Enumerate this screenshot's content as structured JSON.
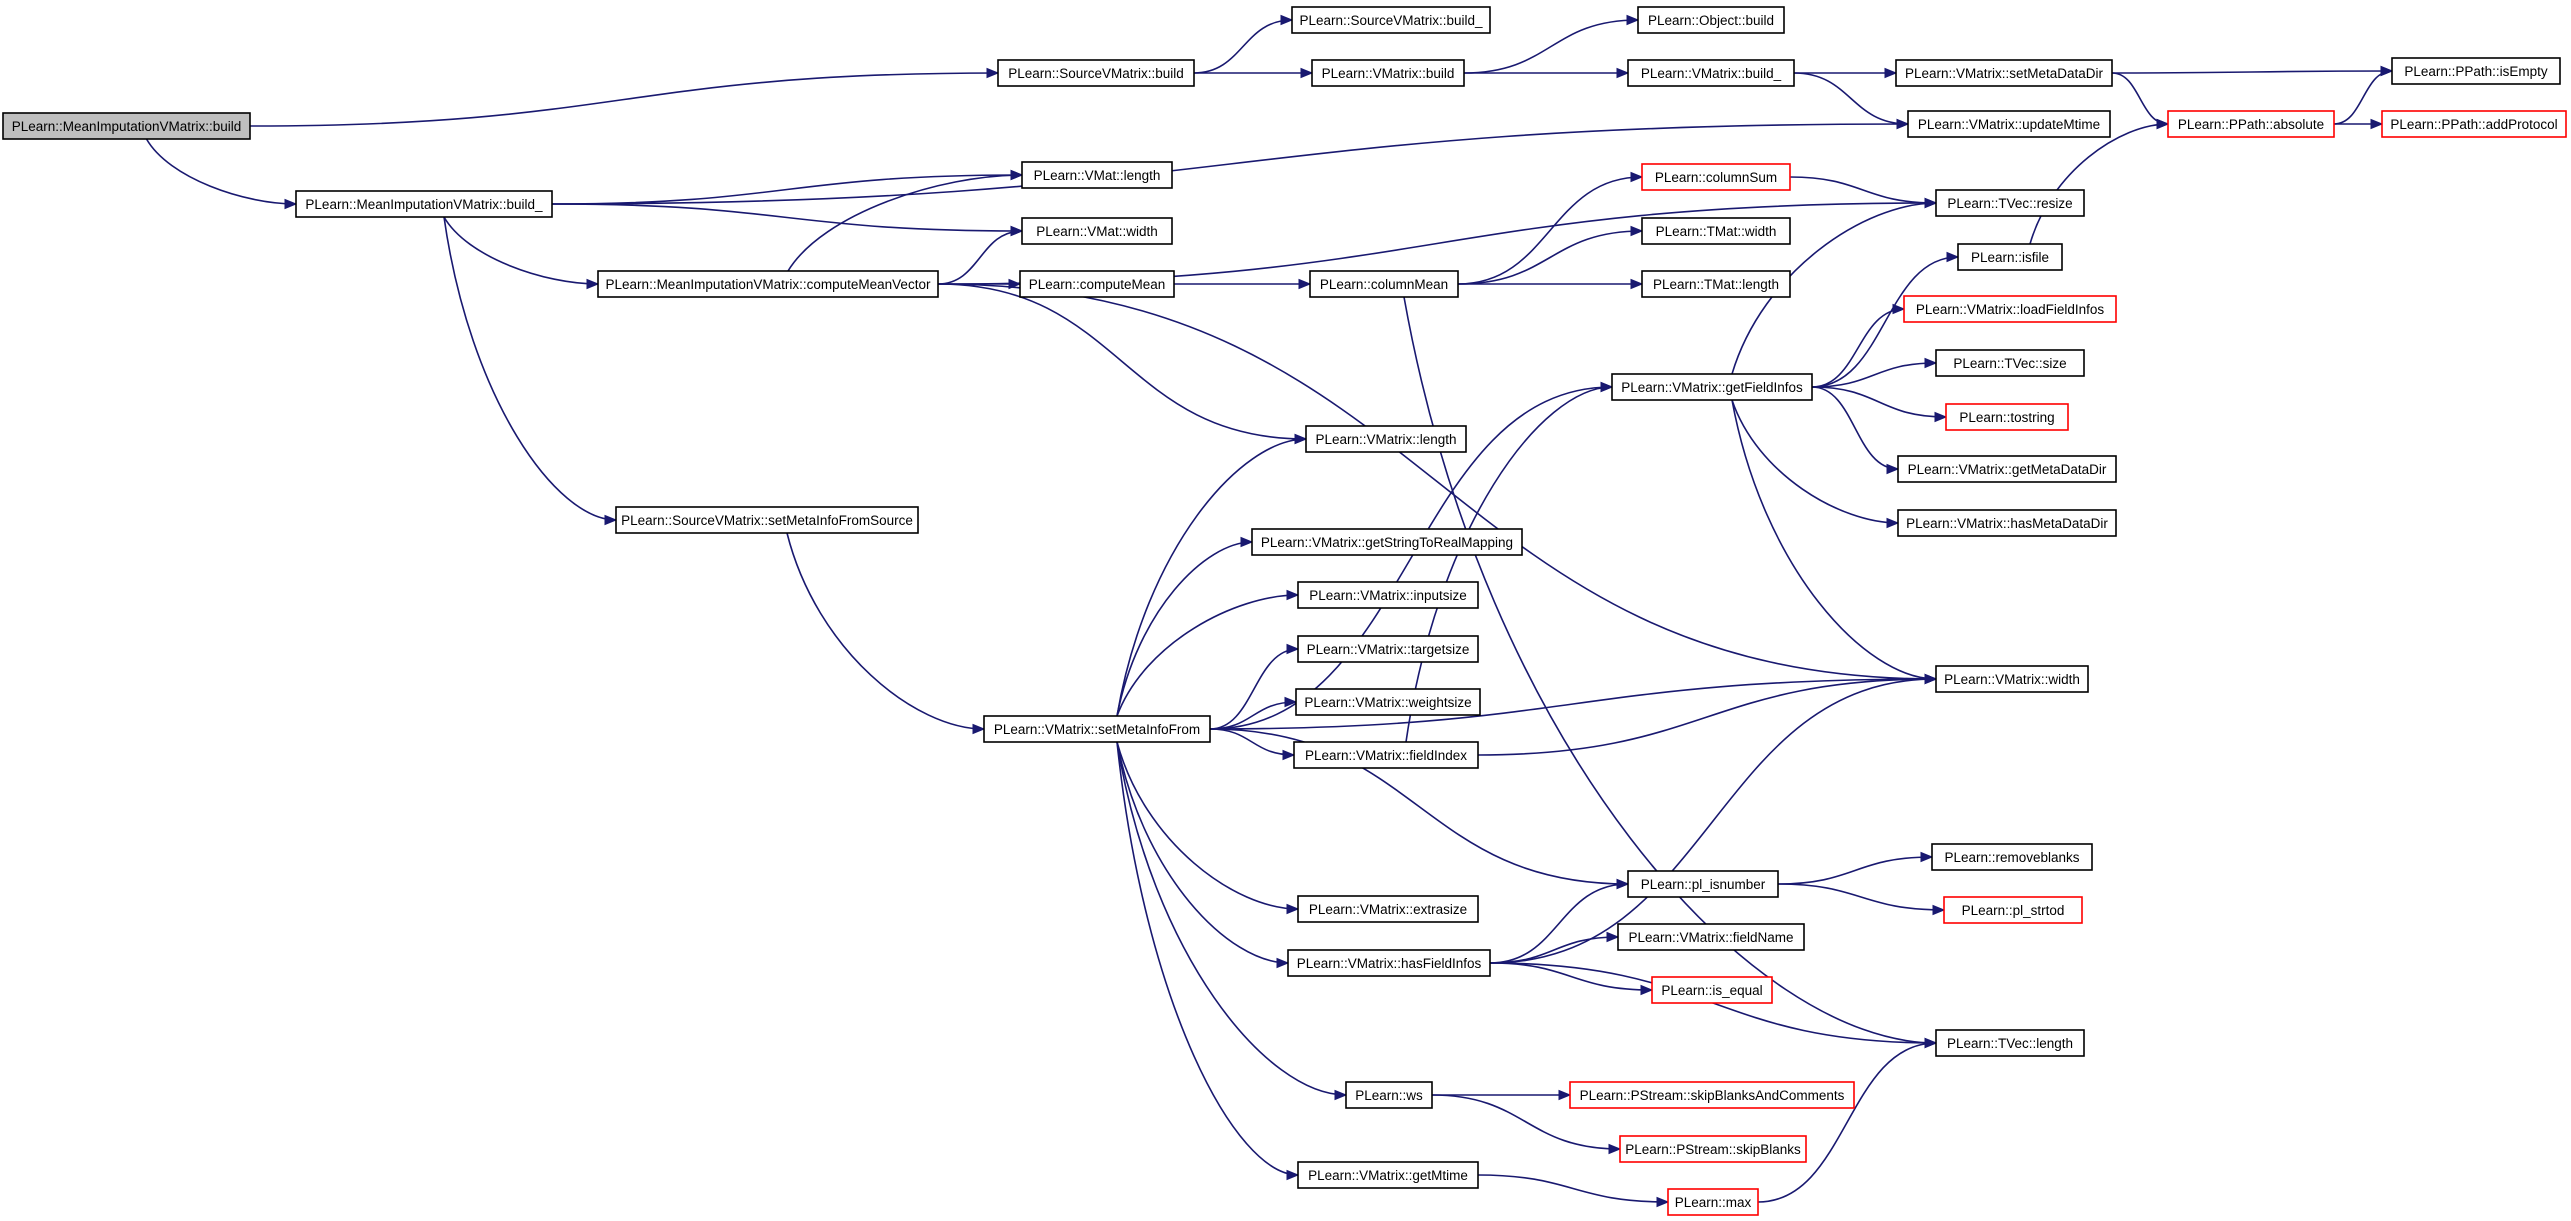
{
  "colors": {
    "edge": "#191970",
    "node_border": "#000000",
    "node_border_truncated": "#ff0000",
    "root_fill": "#bfbfbf",
    "node_fill": "#ffffff"
  },
  "nodes": {
    "root": {
      "label": "PLearn::MeanImputationVMatrix::build",
      "style": "root"
    },
    "mivm_build_": {
      "label": "PLearn::MeanImputationVMatrix::build_",
      "style": "normal"
    },
    "svm_build": {
      "label": "PLearn::SourceVMatrix::build",
      "style": "normal"
    },
    "svm_build_": {
      "label": "PLearn::SourceVMatrix::build_",
      "style": "normal"
    },
    "vm_build": {
      "label": "PLearn::VMatrix::build",
      "style": "normal"
    },
    "obj_build": {
      "label": "PLearn::Object::build",
      "style": "normal"
    },
    "vm_build_": {
      "label": "PLearn::VMatrix::build_",
      "style": "normal"
    },
    "vm_setMetaDataDir": {
      "label": "PLearn::VMatrix::setMetaDataDir",
      "style": "normal"
    },
    "pp_isEmpty": {
      "label": "PLearn::PPath::isEmpty",
      "style": "normal"
    },
    "vm_updateMtime": {
      "label": "PLearn::VMatrix::updateMtime",
      "style": "normal"
    },
    "pp_absolute": {
      "label": "PLearn::PPath::absolute",
      "style": "truncated"
    },
    "pp_addProtocol": {
      "label": "PLearn::PPath::addProtocol",
      "style": "truncated"
    },
    "vmat_length": {
      "label": "PLearn::VMat::length",
      "style": "normal"
    },
    "vmat_width": {
      "label": "PLearn::VMat::width",
      "style": "normal"
    },
    "computeMeanVector": {
      "label": "PLearn::MeanImputationVMatrix::computeMeanVector",
      "style": "normal"
    },
    "computeMean": {
      "label": "PLearn::computeMean",
      "style": "normal"
    },
    "columnMean": {
      "label": "PLearn::columnMean",
      "style": "normal"
    },
    "columnSum": {
      "label": "PLearn::columnSum",
      "style": "truncated"
    },
    "tmat_width": {
      "label": "PLearn::TMat::width",
      "style": "normal"
    },
    "tmat_length": {
      "label": "PLearn::TMat::length",
      "style": "normal"
    },
    "tvec_resize": {
      "label": "PLearn::TVec::resize",
      "style": "normal"
    },
    "isfile": {
      "label": "PLearn::isfile",
      "style": "normal"
    },
    "vm_loadFieldInfos": {
      "label": "PLearn::VMatrix::loadFieldInfos",
      "style": "truncated"
    },
    "tvec_size": {
      "label": "PLearn::TVec::size",
      "style": "normal"
    },
    "tostring": {
      "label": "PLearn::tostring",
      "style": "truncated"
    },
    "vm_getMetaDataDir": {
      "label": "PLearn::VMatrix::getMetaDataDir",
      "style": "normal"
    },
    "vm_hasMetaDataDir": {
      "label": "PLearn::VMatrix::hasMetaDataDir",
      "style": "normal"
    },
    "vm_getFieldInfos": {
      "label": "PLearn::VMatrix::getFieldInfos",
      "style": "normal"
    },
    "vm_length": {
      "label": "PLearn::VMatrix::length",
      "style": "normal"
    },
    "svm_setMetaInfoFromSource": {
      "label": "PLearn::SourceVMatrix::setMetaInfoFromSource",
      "style": "normal"
    },
    "vm_getStringToRealMapping": {
      "label": "PLearn::VMatrix::getStringToRealMapping",
      "style": "normal"
    },
    "vm_inputsize": {
      "label": "PLearn::VMatrix::inputsize",
      "style": "normal"
    },
    "vm_targetsize": {
      "label": "PLearn::VMatrix::targetsize",
      "style": "normal"
    },
    "vm_weightsize": {
      "label": "PLearn::VMatrix::weightsize",
      "style": "normal"
    },
    "vm_setMetaInfoFrom": {
      "label": "PLearn::VMatrix::setMetaInfoFrom",
      "style": "normal"
    },
    "vm_fieldIndex": {
      "label": "PLearn::VMatrix::fieldIndex",
      "style": "normal"
    },
    "vm_width": {
      "label": "PLearn::VMatrix::width",
      "style": "normal"
    },
    "pl_isnumber": {
      "label": "PLearn::pl_isnumber",
      "style": "normal"
    },
    "removeblanks": {
      "label": "PLearn::removeblanks",
      "style": "normal"
    },
    "pl_strtod": {
      "label": "PLearn::pl_strtod",
      "style": "truncated"
    },
    "vm_extrasize": {
      "label": "PLearn::VMatrix::extrasize",
      "style": "normal"
    },
    "vm_hasFieldInfos": {
      "label": "PLearn::VMatrix::hasFieldInfos",
      "style": "normal"
    },
    "vm_fieldName": {
      "label": "PLearn::VMatrix::fieldName",
      "style": "normal"
    },
    "is_equal": {
      "label": "PLearn::is_equal",
      "style": "truncated"
    },
    "tvec_length": {
      "label": "PLearn::TVec::length",
      "style": "normal"
    },
    "ws": {
      "label": "PLearn::ws",
      "style": "normal"
    },
    "ps_skipBlanksAndComments": {
      "label": "PLearn::PStream::skipBlanksAndComments",
      "style": "truncated"
    },
    "ps_skipBlanks": {
      "label": "PLearn::PStream::skipBlanks",
      "style": "truncated"
    },
    "vm_getMtime": {
      "label": "PLearn::VMatrix::getMtime",
      "style": "normal"
    },
    "max": {
      "label": "PLearn::max",
      "style": "truncated"
    }
  },
  "edges": [
    {
      "from": "root",
      "to": "svm_build"
    },
    {
      "from": "root",
      "to": "mivm_build_"
    },
    {
      "from": "svm_build",
      "to": "svm_build_"
    },
    {
      "from": "svm_build",
      "to": "vm_build"
    },
    {
      "from": "vm_build",
      "to": "obj_build"
    },
    {
      "from": "vm_build",
      "to": "vm_build_"
    },
    {
      "from": "vm_build_",
      "to": "vm_setMetaDataDir"
    },
    {
      "from": "vm_build_",
      "to": "vm_updateMtime"
    },
    {
      "from": "vm_setMetaDataDir",
      "to": "pp_isEmpty"
    },
    {
      "from": "vm_setMetaDataDir",
      "to": "pp_absolute"
    },
    {
      "from": "pp_absolute",
      "to": "pp_isEmpty"
    },
    {
      "from": "pp_absolute",
      "to": "pp_addProtocol"
    },
    {
      "from": "mivm_build_",
      "to": "vm_updateMtime"
    },
    {
      "from": "mivm_build_",
      "to": "vmat_length"
    },
    {
      "from": "mivm_build_",
      "to": "vmat_width"
    },
    {
      "from": "mivm_build_",
      "to": "computeMeanVector"
    },
    {
      "from": "mivm_build_",
      "to": "svm_setMetaInfoFromSource"
    },
    {
      "from": "computeMeanVector",
      "to": "vmat_length"
    },
    {
      "from": "computeMeanVector",
      "to": "vmat_width"
    },
    {
      "from": "computeMeanVector",
      "to": "computeMean"
    },
    {
      "from": "computeMeanVector",
      "to": "tvec_resize"
    },
    {
      "from": "computeMeanVector",
      "to": "vm_width"
    },
    {
      "from": "computeMeanVector",
      "to": "vm_length"
    },
    {
      "from": "computeMean",
      "to": "columnMean"
    },
    {
      "from": "columnMean",
      "to": "columnSum"
    },
    {
      "from": "columnMean",
      "to": "tmat_width"
    },
    {
      "from": "columnMean",
      "to": "tmat_length"
    },
    {
      "from": "columnMean",
      "to": "tvec_length"
    },
    {
      "from": "columnSum",
      "to": "tvec_resize"
    },
    {
      "from": "vm_getFieldInfos",
      "to": "tvec_resize"
    },
    {
      "from": "vm_getFieldInfos",
      "to": "isfile"
    },
    {
      "from": "vm_getFieldInfos",
      "to": "vm_loadFieldInfos"
    },
    {
      "from": "vm_getFieldInfos",
      "to": "tvec_size"
    },
    {
      "from": "vm_getFieldInfos",
      "to": "tostring"
    },
    {
      "from": "vm_getFieldInfos",
      "to": "vm_getMetaDataDir"
    },
    {
      "from": "vm_getFieldInfos",
      "to": "vm_hasMetaDataDir"
    },
    {
      "from": "vm_getFieldInfos",
      "to": "vm_width"
    },
    {
      "from": "isfile",
      "to": "pp_absolute"
    },
    {
      "from": "svm_setMetaInfoFromSource",
      "to": "vm_setMetaInfoFrom"
    },
    {
      "from": "vm_setMetaInfoFrom",
      "to": "vm_length"
    },
    {
      "from": "vm_setMetaInfoFrom",
      "to": "vm_getFieldInfos"
    },
    {
      "from": "vm_setMetaInfoFrom",
      "to": "vm_getStringToRealMapping"
    },
    {
      "from": "vm_setMetaInfoFrom",
      "to": "vm_inputsize"
    },
    {
      "from": "vm_setMetaInfoFrom",
      "to": "vm_targetsize"
    },
    {
      "from": "vm_setMetaInfoFrom",
      "to": "vm_weightsize"
    },
    {
      "from": "vm_setMetaInfoFrom",
      "to": "vm_fieldIndex"
    },
    {
      "from": "vm_setMetaInfoFrom",
      "to": "vm_width"
    },
    {
      "from": "vm_setMetaInfoFrom",
      "to": "pl_isnumber"
    },
    {
      "from": "vm_setMetaInfoFrom",
      "to": "vm_extrasize"
    },
    {
      "from": "vm_setMetaInfoFrom",
      "to": "vm_hasFieldInfos"
    },
    {
      "from": "vm_setMetaInfoFrom",
      "to": "ws"
    },
    {
      "from": "vm_setMetaInfoFrom",
      "to": "vm_getMtime"
    },
    {
      "from": "vm_fieldIndex",
      "to": "vm_getFieldInfos"
    },
    {
      "from": "vm_fieldIndex",
      "to": "vm_width"
    },
    {
      "from": "pl_isnumber",
      "to": "removeblanks"
    },
    {
      "from": "pl_isnumber",
      "to": "pl_strtod"
    },
    {
      "from": "vm_hasFieldInfos",
      "to": "vm_width"
    },
    {
      "from": "vm_hasFieldInfos",
      "to": "pl_isnumber"
    },
    {
      "from": "vm_hasFieldInfos",
      "to": "vm_fieldName"
    },
    {
      "from": "vm_hasFieldInfos",
      "to": "is_equal"
    },
    {
      "from": "vm_hasFieldInfos",
      "to": "tvec_length"
    },
    {
      "from": "ws",
      "to": "ps_skipBlanksAndComments"
    },
    {
      "from": "ws",
      "to": "ps_skipBlanks"
    },
    {
      "from": "vm_getMtime",
      "to": "max"
    },
    {
      "from": "max",
      "to": "tvec_length"
    }
  ]
}
